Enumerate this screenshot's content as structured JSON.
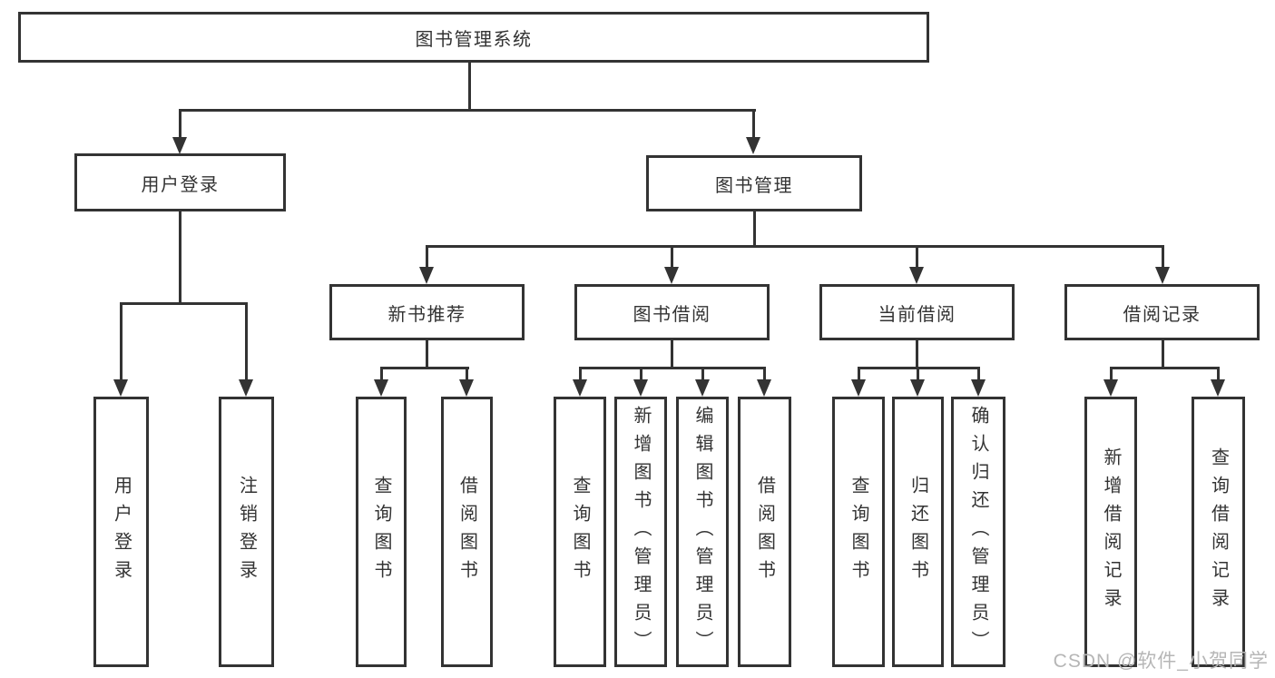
{
  "tree": {
    "label": "图书管理系统",
    "children": [
      {
        "label": "用户登录",
        "children": [
          {
            "label": "用户登录"
          },
          {
            "label": "注销登录"
          }
        ]
      },
      {
        "label": "图书管理",
        "children": [
          {
            "label": "新书推荐",
            "children": [
              {
                "label": "查询图书"
              },
              {
                "label": "借阅图书"
              }
            ]
          },
          {
            "label": "图书借阅",
            "children": [
              {
                "label": "查询图书"
              },
              {
                "label": "新增图书（管理员）"
              },
              {
                "label": "编辑图书（管理员）"
              },
              {
                "label": "借阅图书"
              }
            ]
          },
          {
            "label": "当前借阅",
            "children": [
              {
                "label": "查询图书"
              },
              {
                "label": "归还图书"
              },
              {
                "label": "确认归还（管理员）"
              }
            ]
          },
          {
            "label": "借阅记录",
            "children": [
              {
                "label": "新增借阅记录"
              },
              {
                "label": "查询借阅记录"
              }
            ]
          }
        ]
      }
    ]
  },
  "watermark": {
    "text": "CSDN @软件_小贺同学",
    "color": "#b6b6b6"
  },
  "colors": {
    "line": "#333333",
    "box_background": "#ffffff",
    "text": "#333333"
  }
}
